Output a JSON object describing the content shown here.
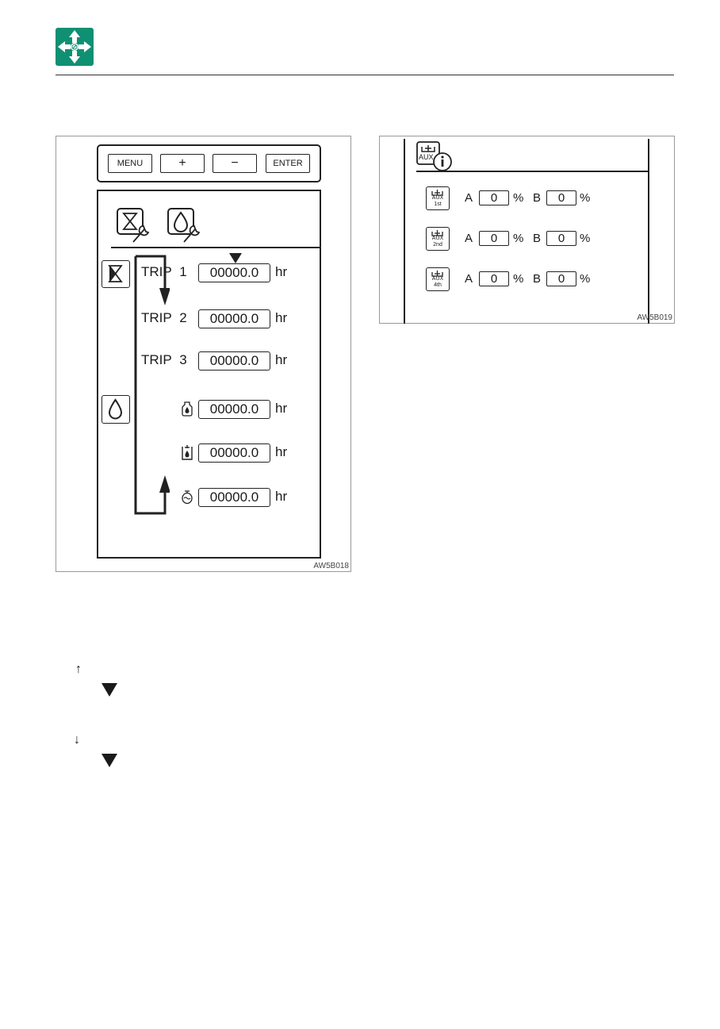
{
  "header": {
    "logo_icon": "move-arrows-icon",
    "logo_color": "#109072"
  },
  "figure1": {
    "code": "AW5B018",
    "buttons": [
      "MENU",
      "+",
      "−",
      "ENTER"
    ],
    "trips": [
      {
        "label": "TRIP",
        "num": "1",
        "value": "00000.0",
        "unit": "hr"
      },
      {
        "label": "TRIP",
        "num": "2",
        "value": "00000.0",
        "unit": "hr"
      },
      {
        "label": "TRIP",
        "num": "3",
        "value": "00000.0",
        "unit": "hr"
      }
    ],
    "maintenance": [
      {
        "icon": "engine-oil-icon",
        "value": "00000.0",
        "unit": "hr"
      },
      {
        "icon": "hydraulic-oil-icon",
        "value": "00000.0",
        "unit": "hr"
      },
      {
        "icon": "fuel-filter-icon",
        "value": "00000.0",
        "unit": "hr"
      }
    ]
  },
  "figure2": {
    "code": "AW5B019",
    "header_icon_label": "AUX",
    "rows": [
      {
        "tag": "1st",
        "a_label": "A",
        "a_value": "0",
        "a_unit": "%",
        "b_label": "B",
        "b_value": "0",
        "b_unit": "%"
      },
      {
        "tag": "2nd",
        "a_label": "A",
        "a_value": "0",
        "a_unit": "%",
        "b_label": "B",
        "b_value": "0",
        "b_unit": "%"
      },
      {
        "tag": "4th",
        "a_label": "A",
        "a_value": "0",
        "a_unit": "%",
        "b_label": "B",
        "b_value": "0",
        "b_unit": "%"
      }
    ]
  },
  "notes": {
    "up_arrow": "↑",
    "down_arrow": "↓",
    "triangle": "▼"
  }
}
